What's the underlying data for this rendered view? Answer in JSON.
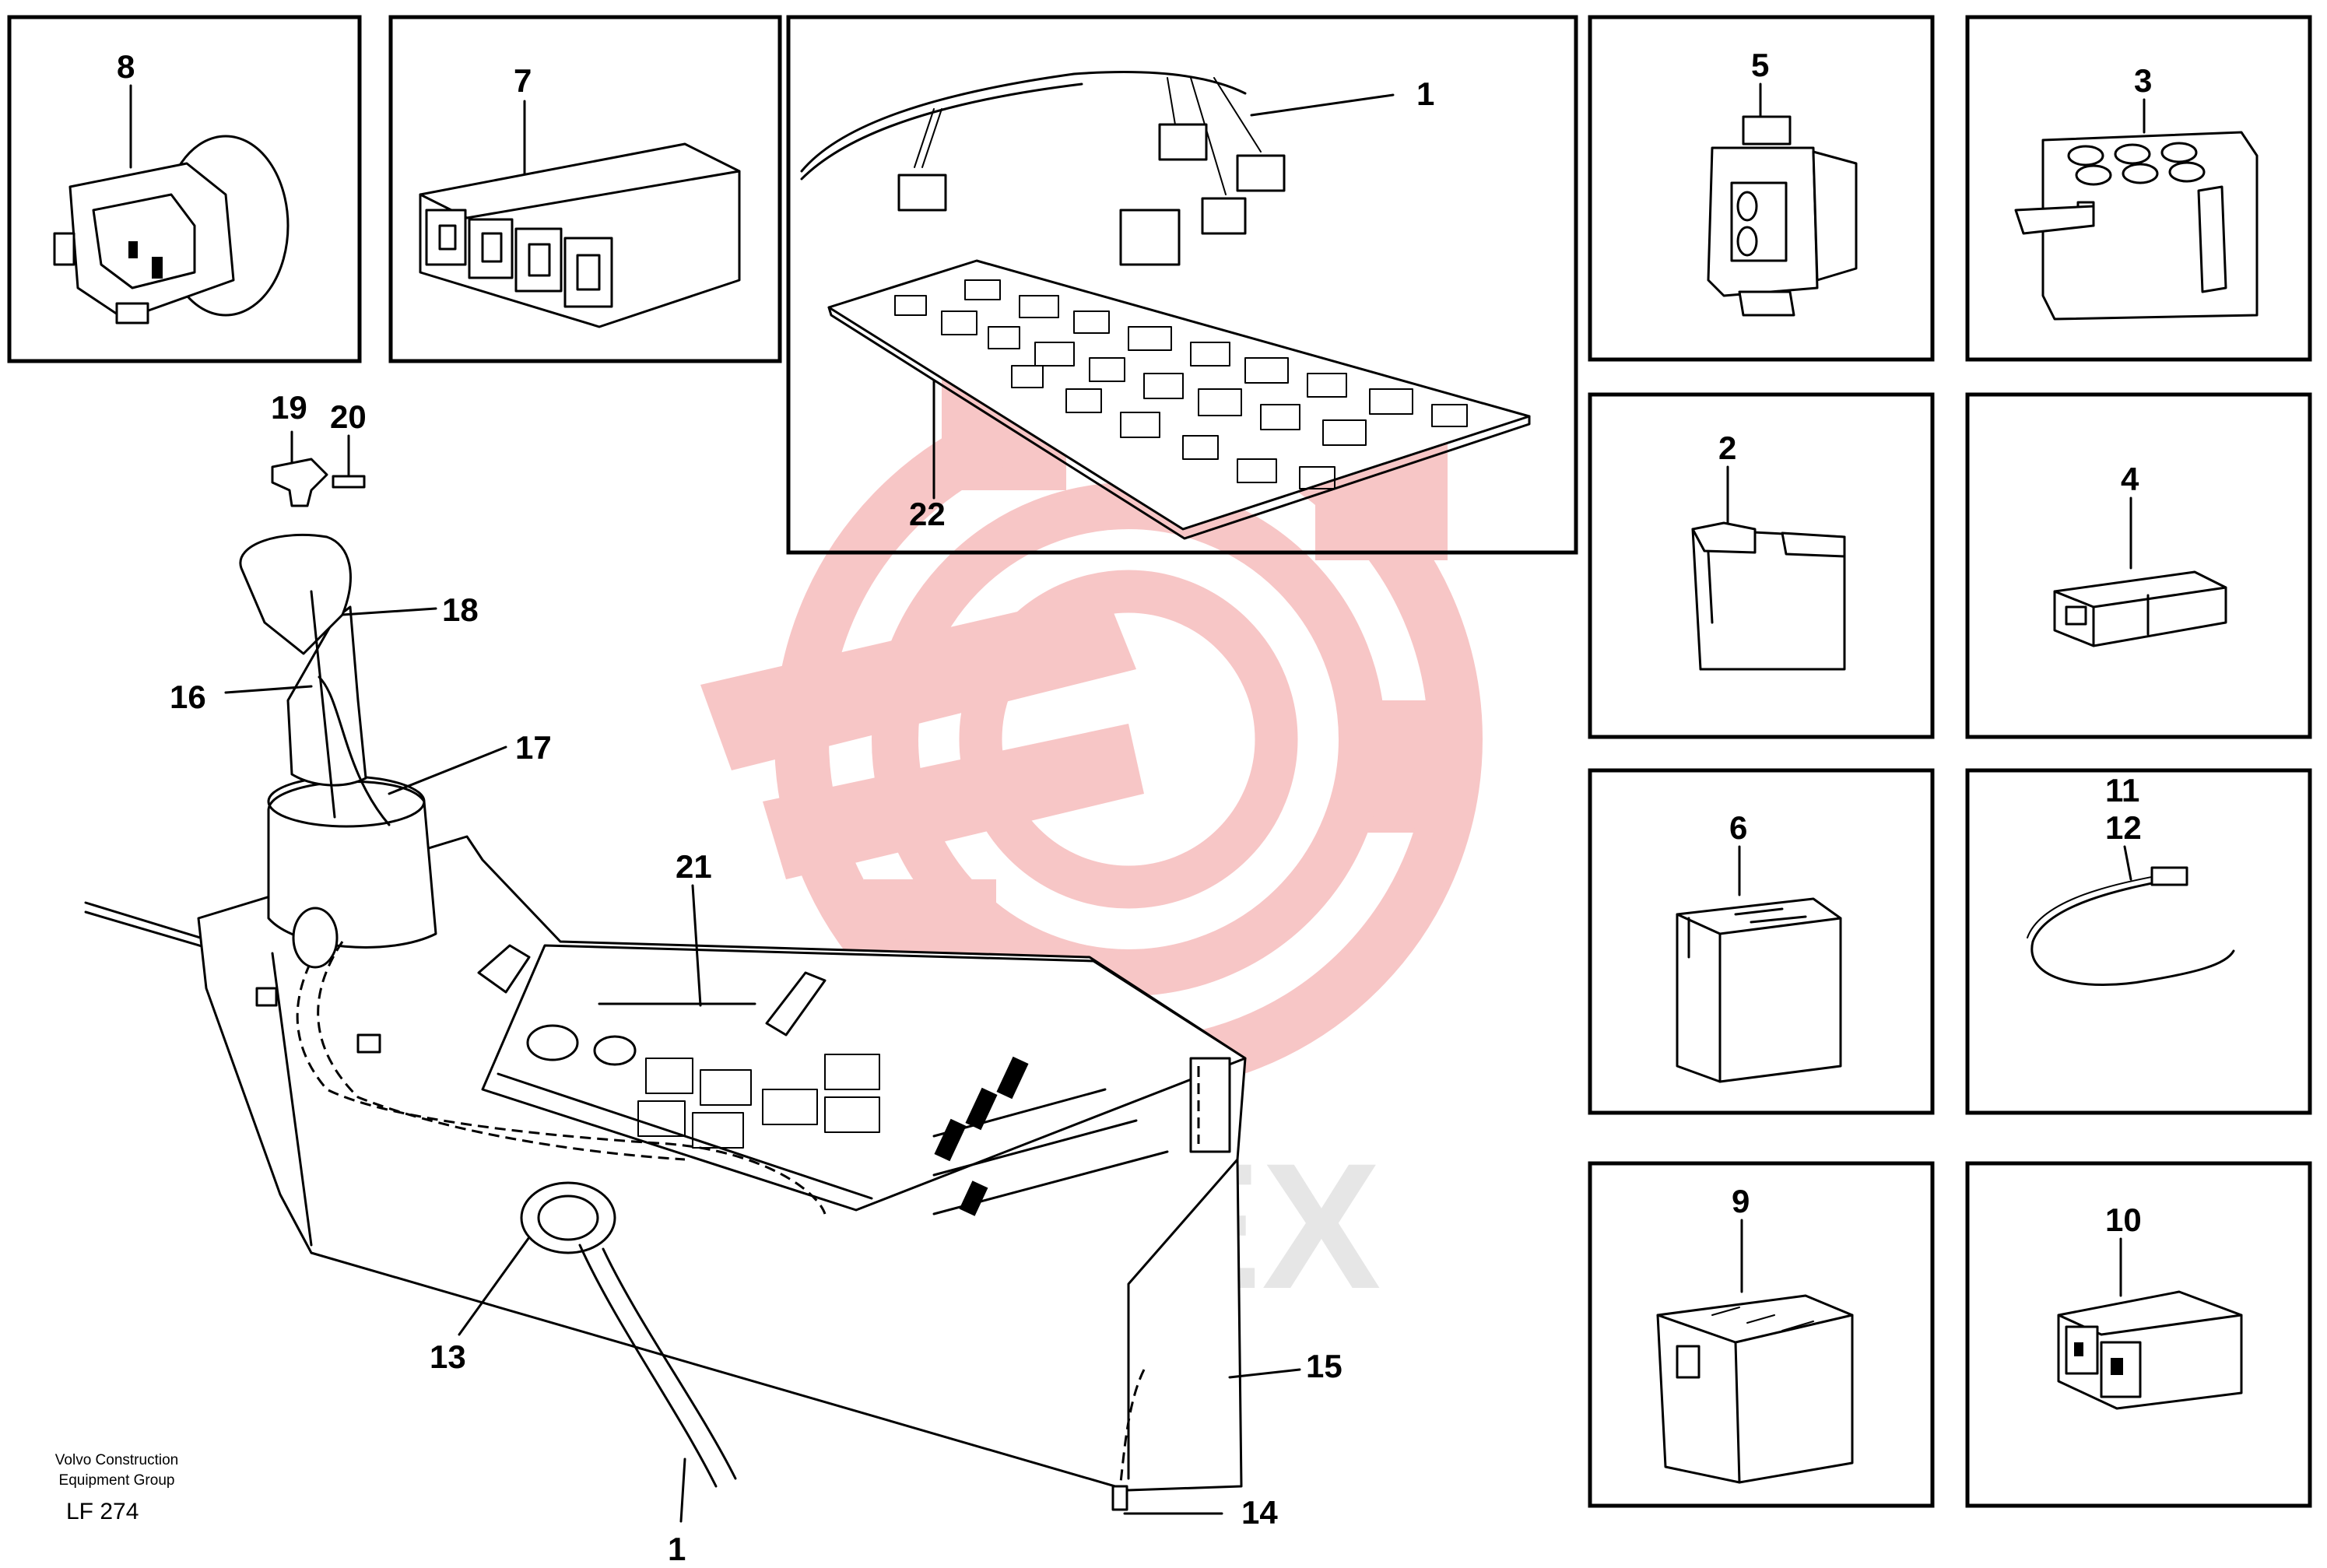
{
  "watermark": {
    "text": "MHEX",
    "logo_color": "#f5b3b3"
  },
  "caption": {
    "company_line1": "Volvo Construction",
    "company_line2": "Equipment Group",
    "figure_code": "LF 274"
  },
  "panels": {
    "p8": "8",
    "p7": "7",
    "p5": "5",
    "p3": "3",
    "p2": "2",
    "p4": "4",
    "p6": "6",
    "p11": "11",
    "p12": "12",
    "p9": "9",
    "p10": "10"
  },
  "board_labels": {
    "wire": "1",
    "board": "22"
  },
  "main_labels": {
    "l19": "19",
    "l20": "20",
    "l18": "18",
    "l16": "16",
    "l17": "17",
    "l21": "21",
    "l13": "13",
    "l15": "15",
    "l14": "14",
    "l1": "1"
  }
}
